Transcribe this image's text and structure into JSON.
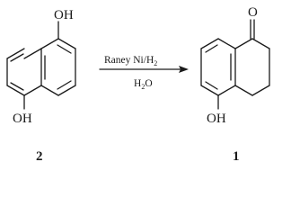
{
  "reactant": {
    "label": "2",
    "groups": {
      "top": "OH",
      "bottom": "OH"
    }
  },
  "reaction": {
    "reagent": "Raney Ni/H",
    "reagent_subscript": "2",
    "solvent": "H",
    "solvent_subscript": "2",
    "solvent_tail": "O"
  },
  "product": {
    "label": "1",
    "groups": {
      "carbonyl": "O",
      "bottom": "OH"
    }
  }
}
